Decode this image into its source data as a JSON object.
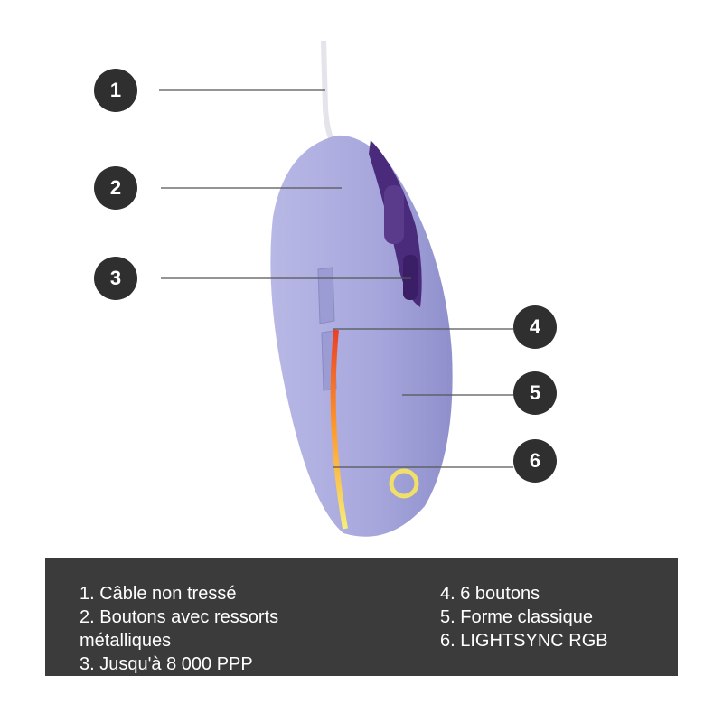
{
  "callouts": [
    "1",
    "2",
    "3",
    "4",
    "5",
    "6"
  ],
  "legend": {
    "left": [
      "1. Câble non tressé",
      "2. Boutons avec ressorts",
      "métalliques",
      "3. Jusqu'à 8 000 PPP"
    ],
    "right": [
      "4. 6 boutons",
      "5. Forme classique",
      "6. LIGHTSYNC RGB"
    ]
  },
  "colors": {
    "mouse_body": "#a8a8dc",
    "accent": "#4a2a7a",
    "panel": "#3b3b3b",
    "badge": "#2f2f2f"
  }
}
